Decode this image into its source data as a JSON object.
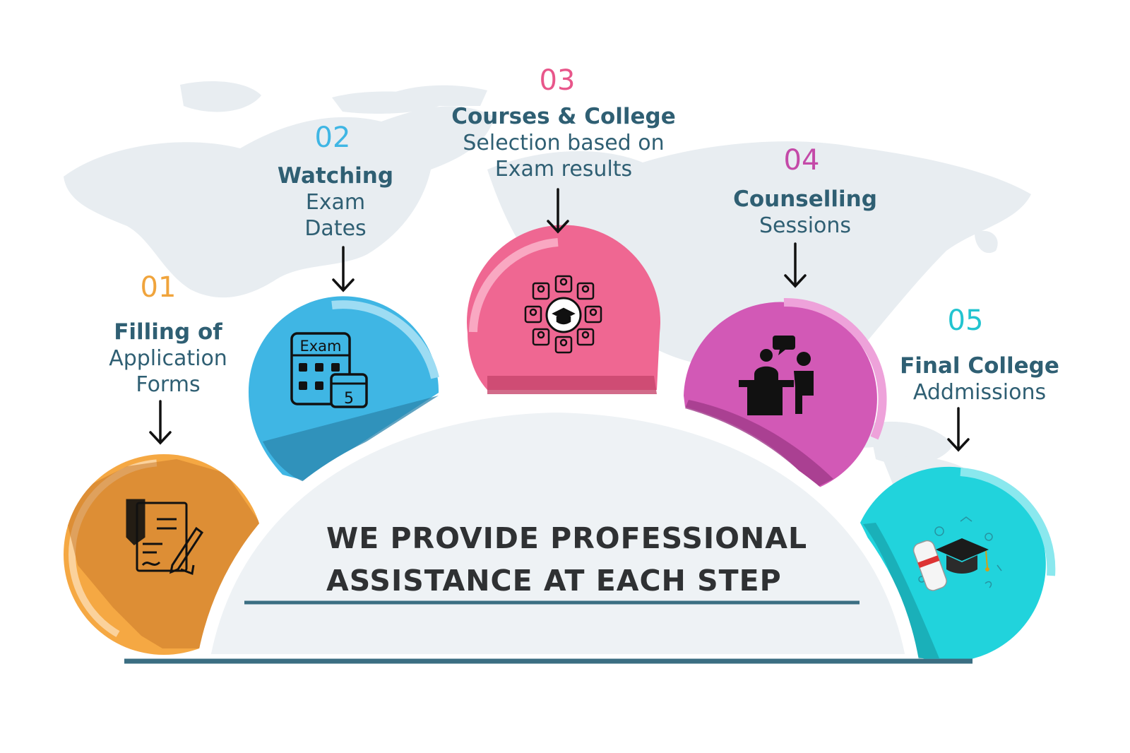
{
  "steps": [
    {
      "number": "01",
      "title": "Filling of",
      "lines": [
        "Application",
        "Forms"
      ],
      "color": "#f5a843",
      "icon": "application-form-icon"
    },
    {
      "number": "02",
      "title": "Watching",
      "lines": [
        "Exam",
        "Dates"
      ],
      "color": "#3fb6e4",
      "icon": "exam-calendar-icon"
    },
    {
      "number": "03",
      "title": "Courses & College",
      "lines": [
        "Selection based on",
        "Exam results"
      ],
      "color": "#ef6792",
      "icon": "student-network-icon"
    },
    {
      "number": "04",
      "title": "Counselling",
      "lines": [
        "Sessions"
      ],
      "color": "#d259b6",
      "icon": "counselling-session-icon"
    },
    {
      "number": "05",
      "title": "Final College",
      "lines": [
        "Addmissions"
      ],
      "color": "#21d3dc",
      "icon": "graduation-cap-diploma-icon"
    }
  ],
  "headline": {
    "line1": "WE  PROVIDE PROFESSIONAL",
    "line2": "ASSISTANCE  AT  EACH  STEP"
  },
  "icon_text": {
    "exam": "Exam",
    "calendar_day": "5"
  },
  "colors": {
    "label_text": "#2f5f73",
    "headline_text": "#2f3133",
    "underline": "#3b6e82",
    "dome": "#eef2f5",
    "map": "#e7ecf0",
    "number_01": "#f0a43c",
    "number_02": "#3fb6e4",
    "number_03": "#e8568a",
    "number_04": "#c44aa8",
    "number_05": "#22c4d0"
  }
}
